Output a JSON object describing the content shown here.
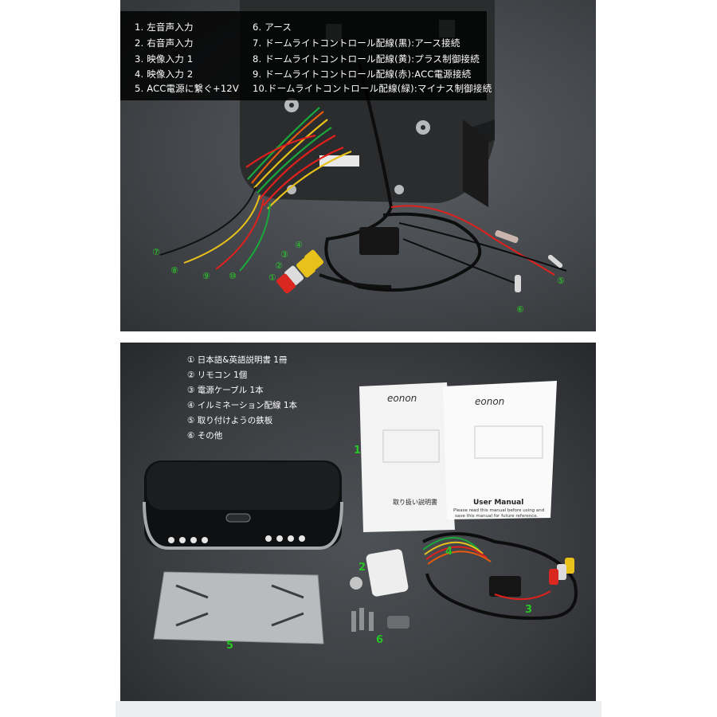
{
  "top_panel": {
    "specs_left": [
      "1. 左音声入力",
      "2. 右音声入力",
      "3. 映像入力 1",
      "4. 映像入力 2",
      "5. ACC電源に繋ぐ+12V"
    ],
    "specs_right": [
      "6. アース",
      "7. ドームライトコントロール配線(黒):アース接続",
      "8. ドームライトコントロール配線(黄):プラス制御接続",
      "9. ドームライトコントロール配線(赤):ACC電源接続",
      "10.ドームライトコントロール配線(緑):マイナス制御接続"
    ],
    "callouts": [
      "⑦",
      "⑧",
      "⑨",
      "⑩",
      "①",
      "②",
      "③",
      "④",
      "⑤",
      "⑥"
    ]
  },
  "bottom_panel": {
    "contents": [
      "① 日本語&英語説明書  1冊",
      "② リモコン  1個",
      "③ 電源ケーブル  1本",
      "④ イルミネーション配線  1本",
      "⑤ 取り付けようの鉄板",
      "⑥ その他"
    ],
    "manual_brand": "eonon",
    "manual_jp_title": "取り扱い説明書",
    "manual_en_title": "User Manual",
    "manual_en_sub1": "Please read this manual before using and",
    "manual_en_sub2": "save this manual for future reference.",
    "callouts": [
      "1",
      "2",
      "3",
      "4",
      "5",
      "6"
    ]
  },
  "colors": {
    "callout_green": "#2bd12b",
    "wire_red": "#e0201c",
    "wire_yellow": "#e8c21a",
    "wire_green": "#19a83a",
    "wire_black": "#111111"
  }
}
